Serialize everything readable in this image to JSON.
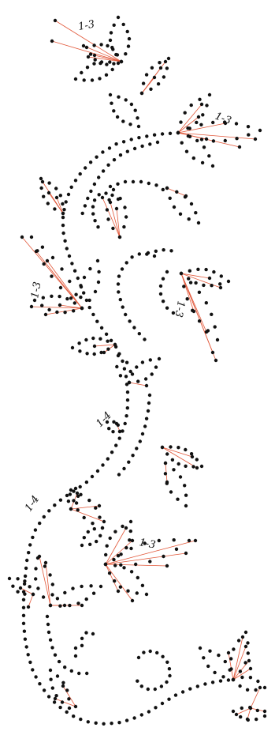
{
  "pattern": {
    "labels": [
      "1-3",
      "1-3",
      "1-3",
      "1-3",
      "1-4",
      "1-4",
      "1-3"
    ],
    "colors": {
      "dot": "#111111",
      "thread": "#e2583a",
      "background": "#ffffff"
    }
  }
}
